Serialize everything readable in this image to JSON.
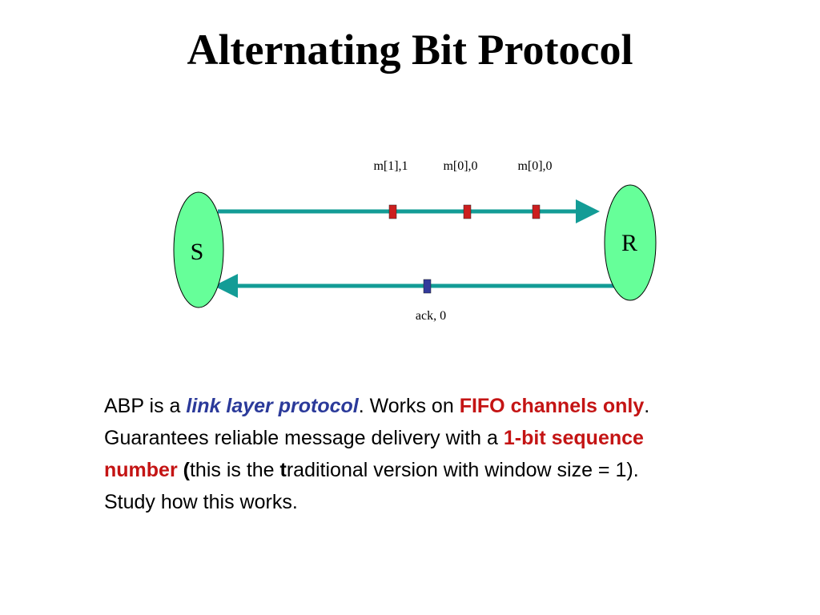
{
  "slide": {
    "title": "Alternating Bit Protocol"
  },
  "diagram": {
    "sender": {
      "label": "S"
    },
    "receiver": {
      "label": "R"
    },
    "forward_messages": [
      "m[1],1",
      "m[0],0",
      "m[0],0"
    ],
    "ack_message": "ack, 0",
    "colors": {
      "node_fill": "#66ff99",
      "channel": "#139c96",
      "message_marker": "#cc1f1f",
      "ack_marker": "#333a9b"
    }
  },
  "body": {
    "l1_a": "ABP is a ",
    "l1_em": "link layer protocol",
    "l1_b": ". Works on ",
    "l1_red": "FIFO channels only",
    "l1_c": ".",
    "l2_a": "Guarantees reliable message delivery with a ",
    "l2_red": "1-bit sequence",
    "l3_red": "number",
    "l3_paren": " (",
    "l3_a": "this is the ",
    "l3_t": "t",
    "l3_b": "raditional version with window size = 1).",
    "l4": "Study how this works."
  }
}
